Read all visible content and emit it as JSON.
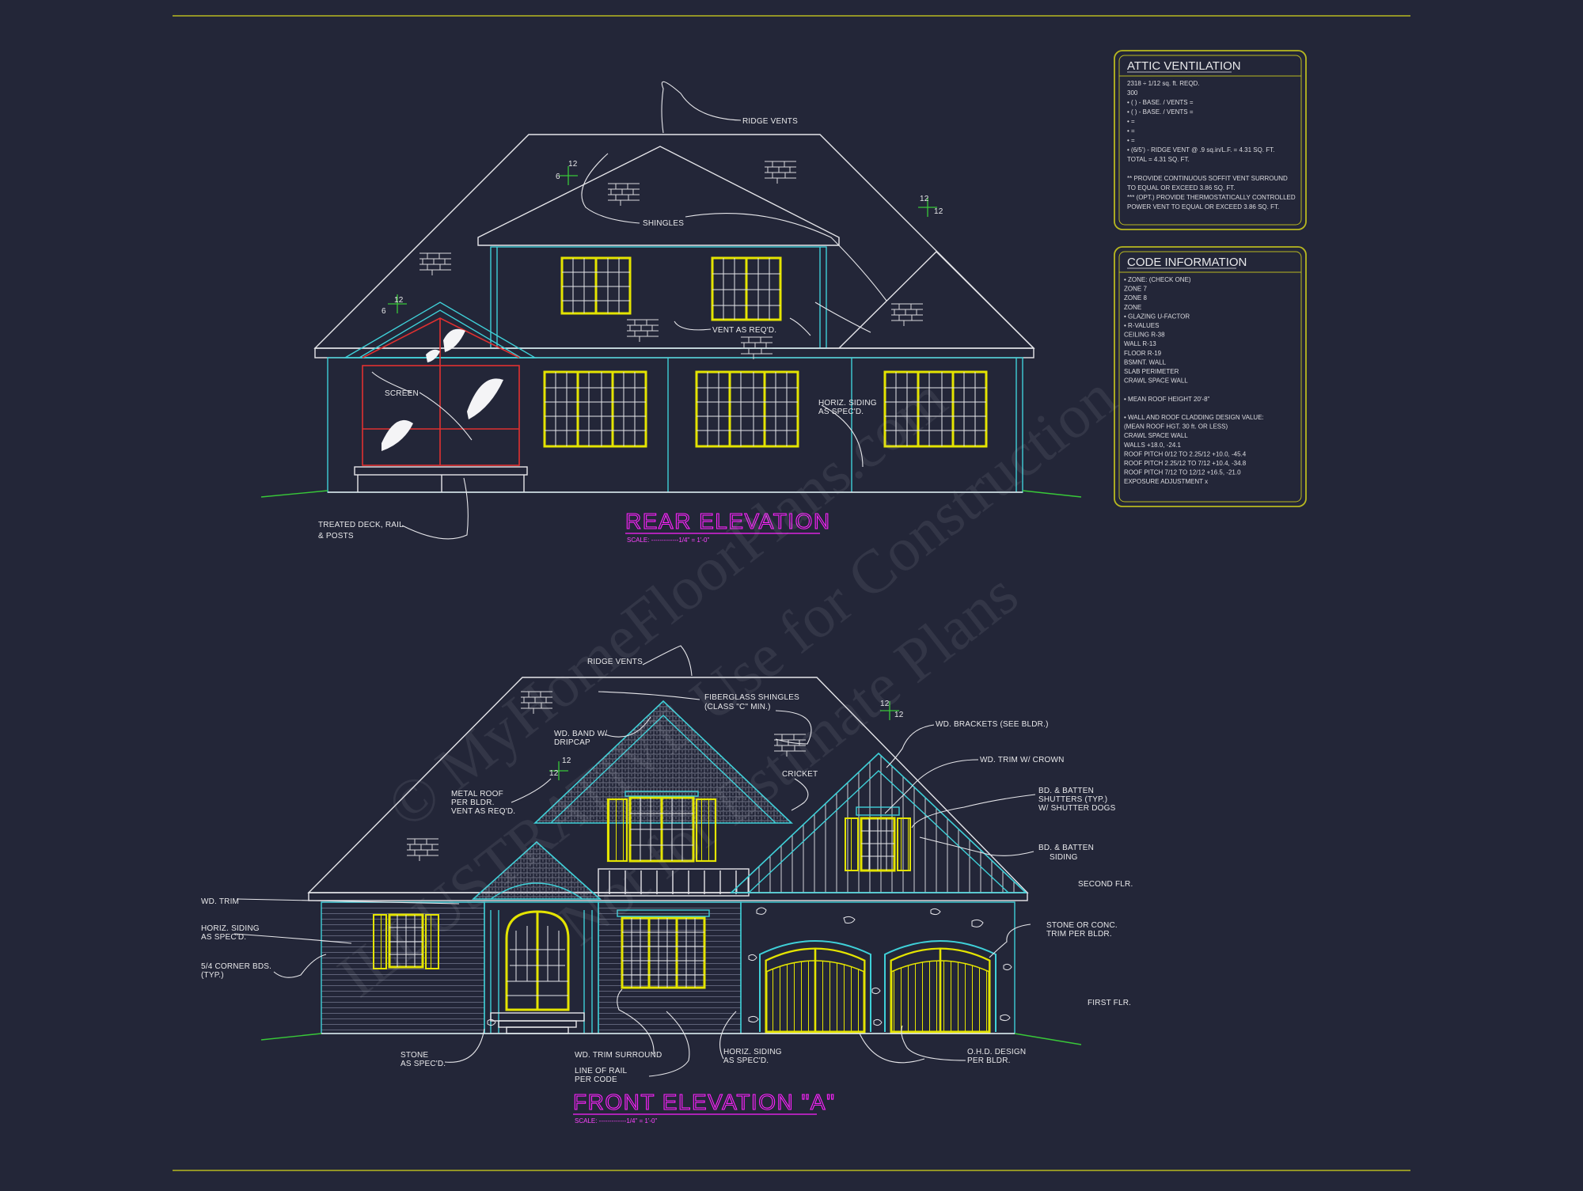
{
  "rear": {
    "title": "REAR ELEVATION",
    "scale": "SCALE: -------------1/4\" = 1'-0\"",
    "labels": {
      "ridge_vents": "RIDGE VENTS",
      "shingles": "SHINGLES",
      "vent": "VENT AS REQ'D.",
      "screen": "SCREEN",
      "siding1": "HORIZ. SIDING",
      "siding2": "AS SPEC'D.",
      "deck1": "TREATED DECK, RAIL",
      "deck2": "& POSTS",
      "p1a": "12",
      "p1b": "6",
      "p2a": "12",
      "p2b": "12",
      "p3a": "12",
      "p3b": "6"
    }
  },
  "front": {
    "title": "FRONT ELEVATION \"A\"",
    "scale": "SCALE: -------------1/4\" = 1'-0\"",
    "labels": {
      "ridge_vents": "RIDGE VENTS",
      "fg1": "FIBERGLASS SHINGLES",
      "fg2": "(CLASS \"C\" MIN.)",
      "band1": "WD. BAND W/",
      "band2": "DRIPCAP",
      "brackets": "WD. BRACKETS (SEE BLDR.)",
      "trim_crown": "WD. TRIM W/ CROWN",
      "cricket": "CRICKET",
      "metal1": "METAL ROOF",
      "metal2": "PER BLDR.",
      "metal3": "VENT AS REQ'D.",
      "shut1": "BD. & BATTEN",
      "shut2": "SHUTTERS (TYP.)",
      "shut3": "W/ SHUTTER DOGS",
      "bb1": "BD. & BATTEN",
      "bb2": "SIDING",
      "second_flr": "SECOND FLR.",
      "wd_trim": "WD. TRIM",
      "hs1": "HORIZ. SIDING",
      "hs2": "AS SPEC'D.",
      "cb1": "5/4 CORNER BDS.",
      "cb2": "(TYP.)",
      "stone_trim1": "STONE OR CONC.",
      "stone_trim2": "TRIM PER BLDR.",
      "first_flr": "FIRST FLR.",
      "stone1": "STONE",
      "stone2": "AS SPEC'D.",
      "surround": "WD. TRIM SURROUND",
      "rail1": "LINE OF RAIL",
      "rail2": "PER CODE",
      "hs3": "HORIZ. SIDING",
      "hs4": "AS SPEC'D.",
      "ohd1": "O.H.D. DESIGN",
      "ohd2": "PER BLDR.",
      "p1a": "12",
      "p1b": "12",
      "p2a": "12",
      "p2b": "12"
    }
  },
  "attic": {
    "title": "ATTIC VENTILATION",
    "lines": [
      "2318 ÷ 1/12 sq. ft. REQD.",
      "300",
      "• (  ) -          BASE.   /    VENTS   =",
      "• (  ) -          BASE.   /    VENTS   =",
      "•                                               =",
      "•                                               =",
      "•                                               =",
      "• (6/5') - RIDGE VENT @ .9 sq.in/L.F. = 4.31 SQ. FT.",
      "                                  TOTAL       = 4.31 SQ. FT.",
      "",
      "** PROVIDE CONTINUOUS SOFFIT VENT SURROUND",
      "   TO EQUAL OR EXCEED  3.86 SQ. FT.",
      "*** (OPT.) PROVIDE THERMOSTATICALLY CONTROLLED",
      "   POWER VENT TO EQUAL OR EXCEED  3.86 SQ. FT."
    ]
  },
  "code": {
    "title": "CODE INFORMATION",
    "lines": [
      "• ZONE: (CHECK ONE)",
      "      ZONE 7",
      "      ZONE 8",
      "      ZONE",
      "• GLAZING U-FACTOR",
      "• R-VALUES",
      "      CEILING              R-38",
      "      WALL                  R-13",
      "      FLOOR                R-19",
      "      BSMNT. WALL",
      "      SLAB PERIMETER",
      "      CRAWL SPACE WALL",
      "",
      "• MEAN ROOF HEIGHT  20'-8\"",
      "",
      "• WALL AND ROOF CLADDING DESIGN VALUE:",
      "  (MEAN ROOF HGT. 30 ft. OR LESS)",
      "      CRAWL SPACE WALL",
      "      WALLS                         +18.0, -24.1",
      "      ROOF PITCH 0/12 TO 2.25/12   +10.0, -45.4",
      "      ROOF PITCH 2.25/12 TO 7/12   +10.4, -34.8",
      "      ROOF PITCH 7/12 TO 12/12     +16.5, -21.0",
      "      EXPOSURE ADJUSTMENT          x"
    ]
  },
  "watermark": {
    "line1": "© MyHomeFloorPlans.com",
    "line2": "ILLUSTRATIVE Use for Construction",
    "line3": "Not for Estimate Plans"
  },
  "colors": {
    "background": "#232638",
    "line": "#e6e6ea",
    "cyan": "#3fd0d8",
    "yellow": "#e4e400",
    "magenta": "#ff22ff",
    "green": "#38c838",
    "red": "#e03030",
    "border": "#b8b820"
  }
}
